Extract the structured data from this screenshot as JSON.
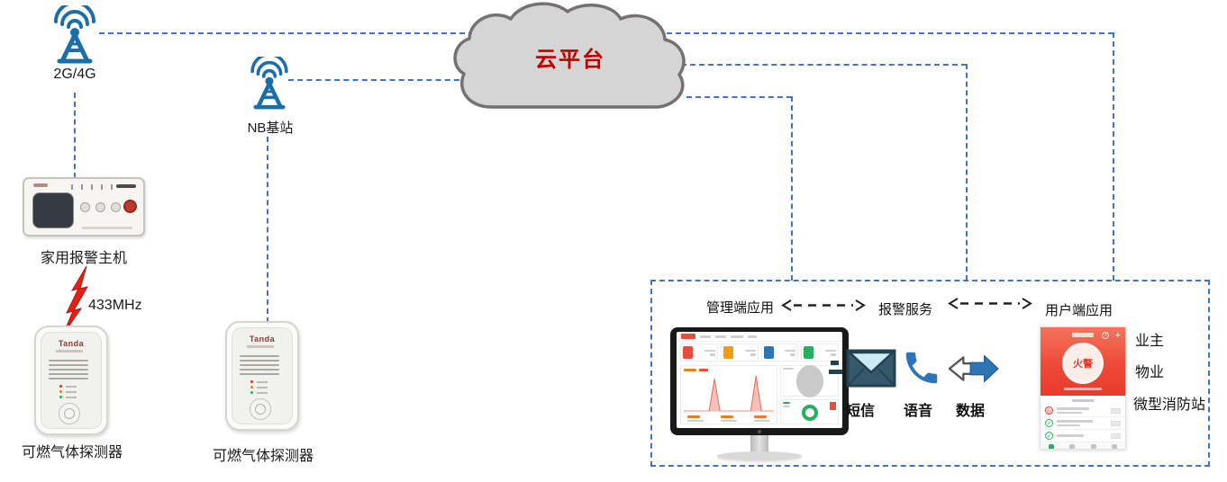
{
  "labels": {
    "antenna_2g4g": "2G/4G",
    "antenna_nb": "NB基站",
    "cloud": "云平台",
    "alarm_host": "家用报警主机",
    "rf_433": "433MHz",
    "device_brand": "Tanda",
    "detectors": [
      "可燃气体探测器",
      "可燃气体探测器"
    ]
  },
  "service_box": {
    "sections": [
      "管理端应用",
      "报警服务",
      "用户端应用"
    ],
    "channels": [
      {
        "label": "短信",
        "icon": "sms-envelope-icon"
      },
      {
        "label": "语音",
        "icon": "voice-call-icon"
      },
      {
        "label": "数据",
        "icon": "data-transfer-arrows-icon"
      }
    ],
    "user_roles": [
      "业主",
      "物业",
      "微型消防站"
    ],
    "phone_app": {
      "alarm_status": "火警"
    }
  },
  "icons": [
    "cell-tower-icon",
    "cloud-icon",
    "lightning-bolt-icon",
    "sms-envelope-icon",
    "voice-call-icon",
    "data-transfer-arrows-icon",
    "dashed-double-arrow-icon",
    "monitor-dashboard",
    "smartphone-app"
  ],
  "colors": {
    "connector_blue": "#4472C4",
    "cloud_fill": "#D5D5D5",
    "cloud_stroke": "#767171",
    "cloud_text": "#C00000",
    "antenna_blue": "#1B6FA8",
    "bolt_red": "#E32119",
    "icon_blue": "#2E75B6",
    "alarm_red": "#E93A2C",
    "kpi_colors": [
      "#E74C3C",
      "#F39C12",
      "#2E75B6",
      "#27AE60"
    ]
  }
}
